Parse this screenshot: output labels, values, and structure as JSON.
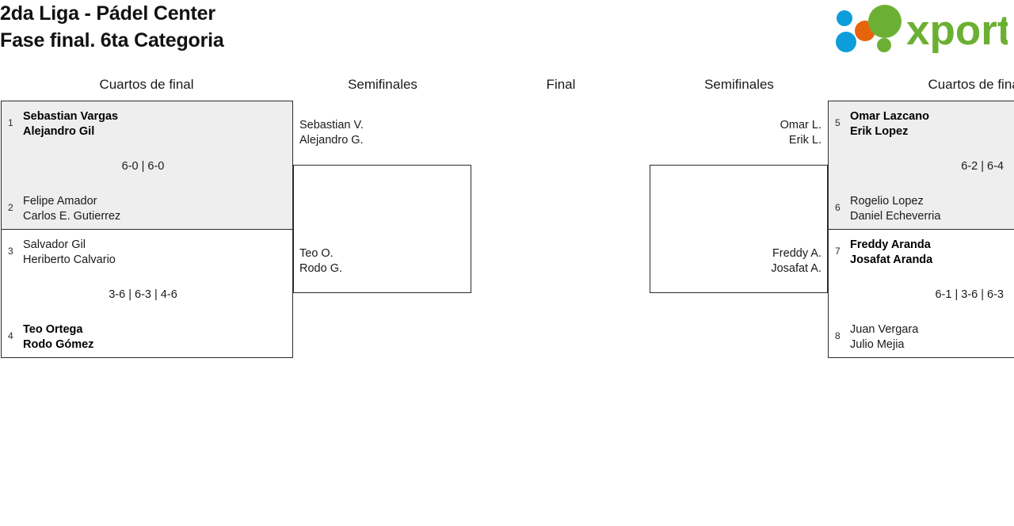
{
  "header": {
    "title_line1": "2da Liga - Pádel Center",
    "title_line2": "Fase final. 6ta Categoria",
    "logo_text": "xporty",
    "logo_colors": {
      "green": "#6cb033",
      "blue": "#0d9ddb",
      "orange": "#e8640c"
    }
  },
  "rounds": [
    {
      "label": "Cuartos de final",
      "side": "left"
    },
    {
      "label": "Semifinales",
      "side": "left"
    },
    {
      "label": "Final",
      "side": "center"
    },
    {
      "label": "Semifinales",
      "side": "right"
    },
    {
      "label": "Cuartos de final",
      "side": "right"
    }
  ],
  "bracket": {
    "quarterfinals_left": [
      {
        "shaded": true,
        "top": {
          "seed": "1",
          "player1": "Sebastian Vargas",
          "player2": "Alejandro Gil",
          "winner": true
        },
        "bottom": {
          "seed": "2",
          "player1": "Felipe Amador",
          "player2": "Carlos E. Gutierrez",
          "winner": false
        },
        "score": "6-0 | 6-0"
      },
      {
        "shaded": false,
        "top": {
          "seed": "3",
          "player1": "Salvador Gil",
          "player2": "Heriberto Calvario",
          "winner": false
        },
        "bottom": {
          "seed": "4",
          "player1": "Teo Ortega",
          "player2": "Rodo Gómez",
          "winner": true
        },
        "score": "3-6 | 6-3 | 4-6"
      }
    ],
    "quarterfinals_right": [
      {
        "shaded": true,
        "top": {
          "seed": "5",
          "player1": "Omar Lazcano",
          "player2": "Erik Lopez",
          "winner": true
        },
        "bottom": {
          "seed": "6",
          "player1": "Rogelio Lopez",
          "player2": "Daniel Echeverria",
          "winner": false
        },
        "score": "6-2 | 6-4"
      },
      {
        "shaded": false,
        "top": {
          "seed": "7",
          "player1": "Freddy Aranda",
          "player2": "Josafat Aranda",
          "winner": true
        },
        "bottom": {
          "seed": "8",
          "player1": "Juan Vergara",
          "player2": "Julio Mejia",
          "winner": false
        },
        "score": "6-1 | 3-6 | 6-3"
      }
    ],
    "semifinals_left": [
      {
        "player1": "Sebastian V.",
        "player2": "Alejandro G.",
        "score": ""
      },
      {
        "player1": "Teo O.",
        "player2": "Rodo G.",
        "score": ""
      }
    ],
    "semifinals_right": [
      {
        "player1": "Omar L.",
        "player2": "Erik L.",
        "score": ""
      },
      {
        "player1": "Freddy A.",
        "player2": "Josafat A.",
        "score": ""
      }
    ],
    "final": {
      "player1": "",
      "player2": "",
      "score": ""
    }
  }
}
